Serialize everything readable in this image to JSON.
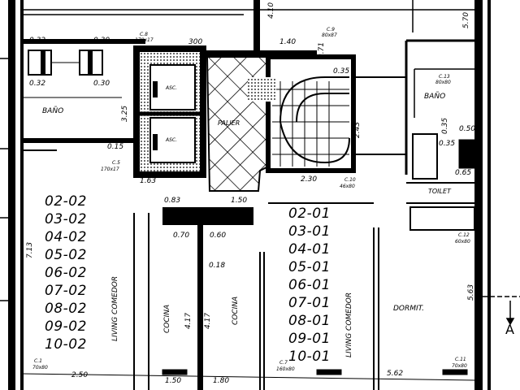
{
  "rooms": {
    "bano_left": "BAÑO",
    "bano_right": "BAÑO",
    "palier": "PALIER",
    "asc1": "ASC.",
    "asc2": "ASC.",
    "toilet": "TOILET",
    "dormit": "DORMIT.",
    "living_left": "LIVING COMEDOR",
    "living_right": "LIVING COMEDOR",
    "cocina_left": "COCINA",
    "cocina_right": "COCINA"
  },
  "units_left": [
    "02-02",
    "03-02",
    "04-02",
    "05-02",
    "06-02",
    "07-02",
    "08-02",
    "09-02",
    "10-02"
  ],
  "units_right": [
    "02-01",
    "03-01",
    "04-01",
    "05-01",
    "06-01",
    "07-01",
    "08-01",
    "09-01",
    "10-01"
  ],
  "dims": {
    "d_1_40": "1.40",
    "d_0_32a": "0.32",
    "d_0_30a": "0.30",
    "d_0_32b": "0.32",
    "d_0_30b": "0.30",
    "d_300": "300",
    "d_0_35": "0.35",
    "d_0_50": "0.50",
    "d_0_35b": "0.35",
    "d_0_65": "0.65",
    "d_0_70": "0.70",
    "d_0_60": "0.60",
    "d_1_50": "1.50",
    "d_0_83": "0.83",
    "d_1_63": "1.63",
    "d_2_30": "2.30",
    "d_2_50": "2.50",
    "d_1_50b": "1.50",
    "d_1_80": "1.80",
    "d_5_62": "5.62",
    "d_0_18": "0.18",
    "d_0_15": "0.15",
    "d_5_70": "5.70",
    "d_5_63": "5.63",
    "d_7_13": "7.13",
    "d_4_17a": "4.17",
    "d_4_17b": "4.17",
    "d_4_10": "4.10",
    "d_2_43": "2.43",
    "d_3_25": "3.25",
    "d_0_71": "0.71",
    "d_0_35c": "0.35",
    "section_mark": "A",
    "c8": "C.8",
    "c8_size": "170x17",
    "c9": "C.9",
    "c9_size": "80x87",
    "c10": "C.10",
    "c10_size": "46x80",
    "c12": "C.12",
    "c12_size": "60x80",
    "c13": "C.13",
    "c13_size": "80x80",
    "c5": "C.5",
    "c5_size": "170x17",
    "c1": "C.1",
    "c1_size": "70x80",
    "c7": "C.7",
    "c7_size": "160x80",
    "c11": "C.11",
    "c11_size": "70x80"
  },
  "colors": {
    "ink": "#000000",
    "paper": "#ffffff"
  }
}
